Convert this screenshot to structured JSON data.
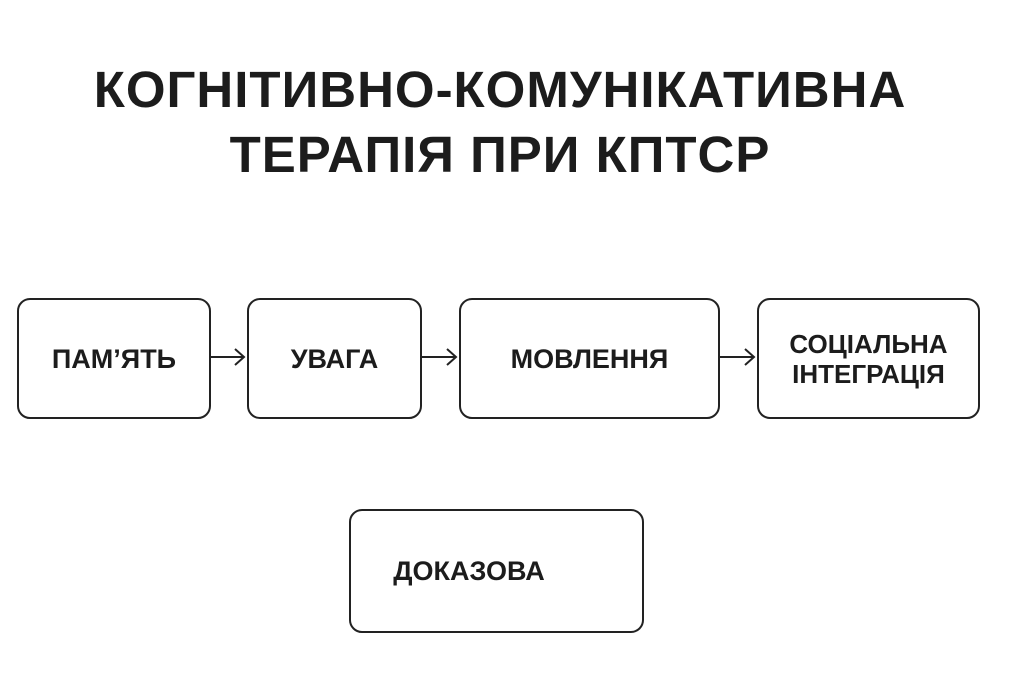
{
  "title": {
    "line1": "КОГНІТИВНО-КОМУНІКАТИВНА",
    "line2": "ТЕРАПІЯ ПРИ КПТСР"
  },
  "flow": [
    {
      "label": "ПАМ’ЯТЬ"
    },
    {
      "label": "УВАГА"
    },
    {
      "label": "МОВЛЕННЯ"
    },
    {
      "label_line1": "СОЦІАЛЬНА",
      "label_line2": "ІНТЕГРАЦІЯ"
    }
  ],
  "bottom_box": {
    "label": "ДОКАЗОВА"
  }
}
